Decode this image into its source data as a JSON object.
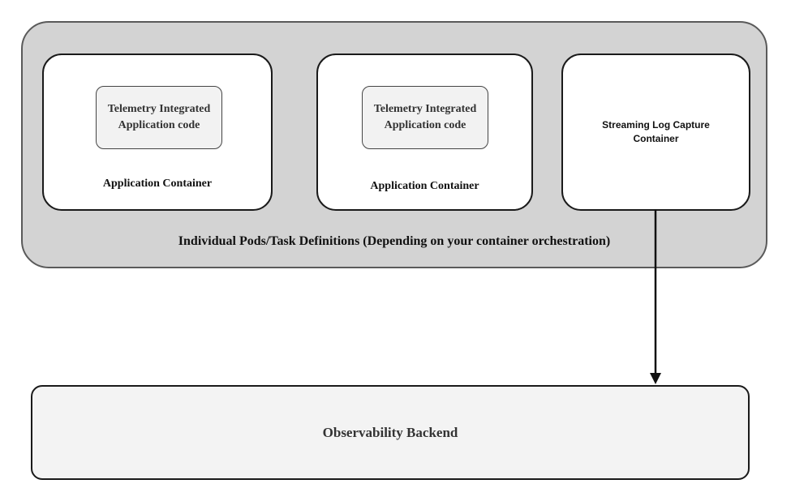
{
  "group": {
    "label": "Individual Pods/Task Definitions (Depending on your container orchestration)"
  },
  "containers": [
    {
      "inner_label": "Telemetry Integrated\nApplication code",
      "label": "Application Container"
    },
    {
      "inner_label": "Telemetry Integrated\nApplication code",
      "label": "Application Container"
    },
    {
      "label": "Streaming Log Capture\nContainer"
    }
  ],
  "backend": {
    "label": "Observability Backend"
  },
  "colors": {
    "group_fill": "#d3d3d3",
    "container_fill": "#ffffff",
    "code_fill": "#f2f2f2",
    "backend_fill": "#f3f3f3",
    "stroke": "#1a1a1a"
  }
}
